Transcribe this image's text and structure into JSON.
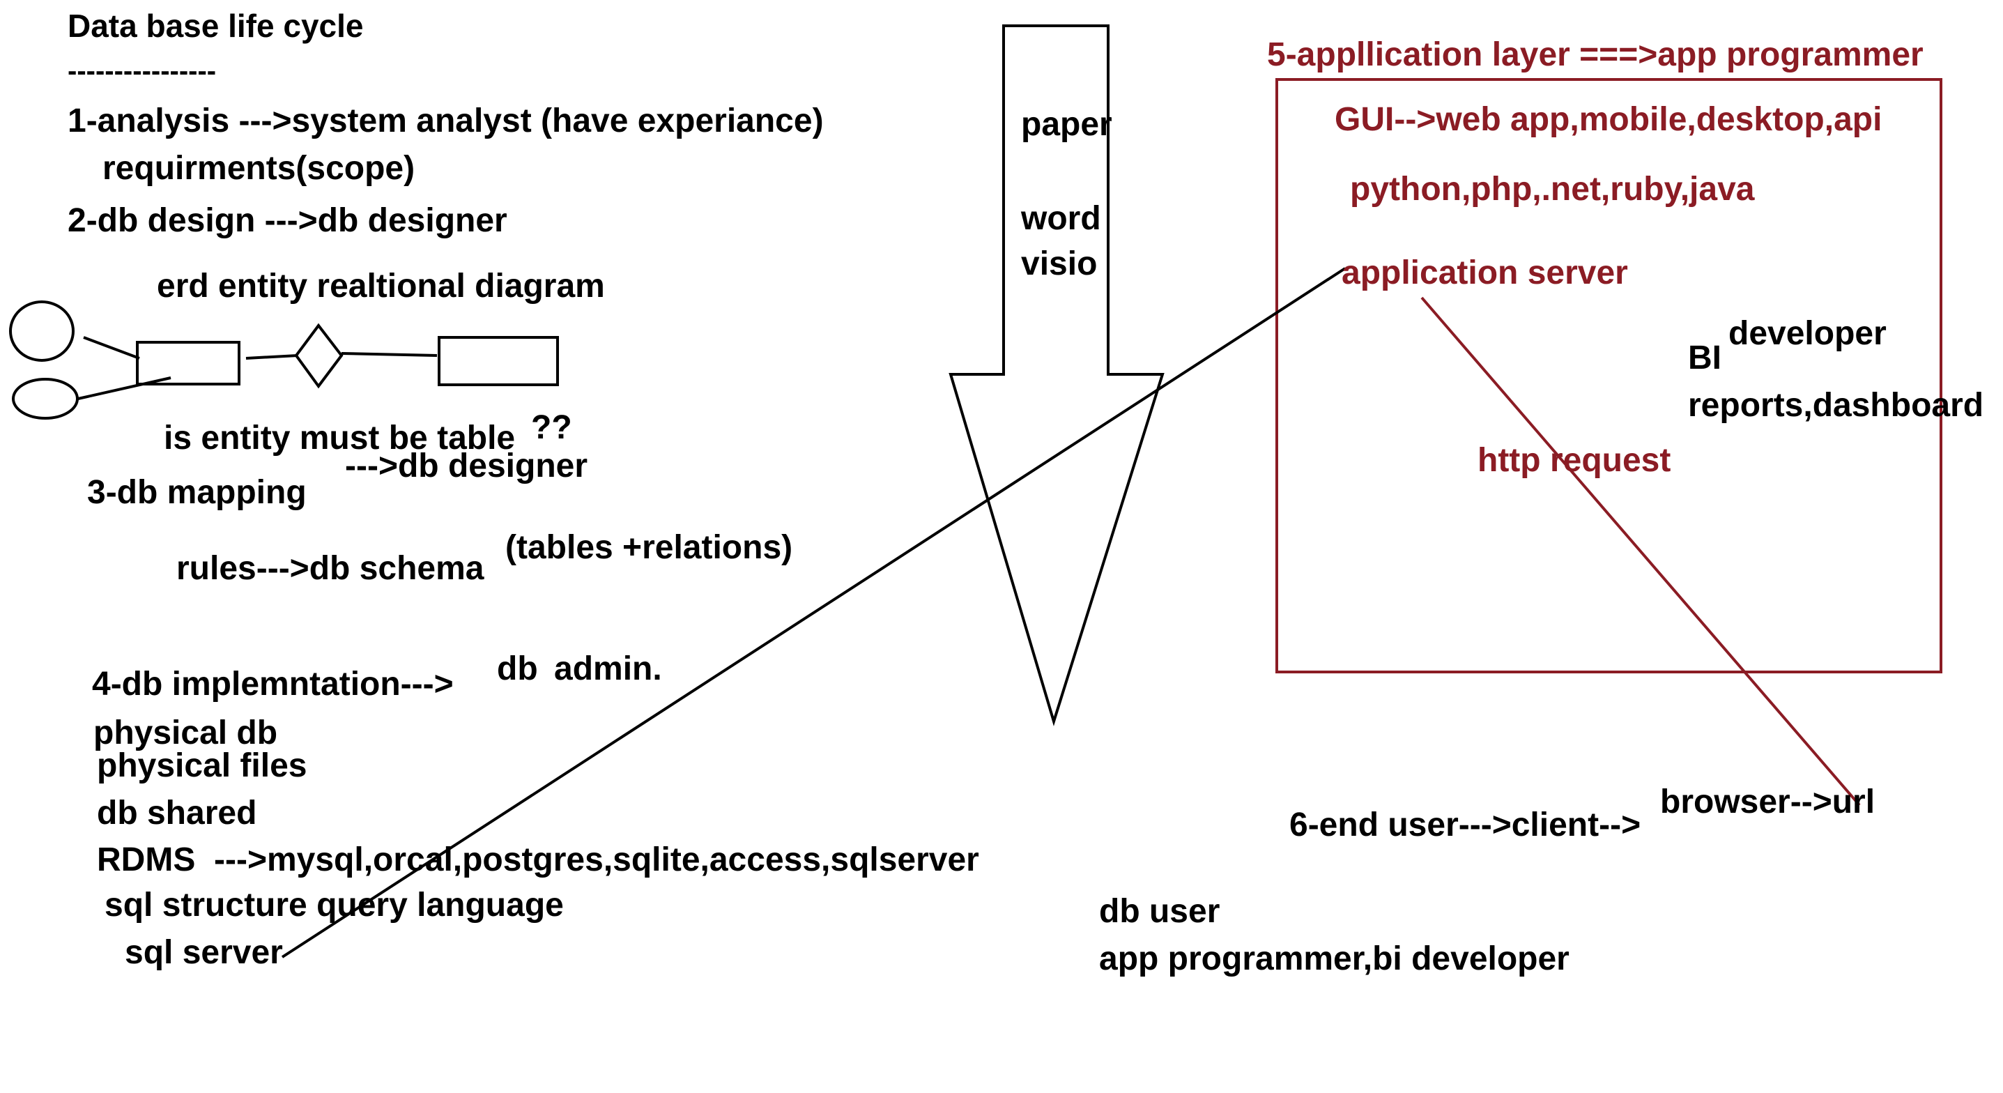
{
  "colors": {
    "text": "#000000",
    "accent": "#8b1c24",
    "background": "#ffffff"
  },
  "left": {
    "title": "Data base life cycle",
    "rule": "----------------",
    "step1": "1-analysis --->system analyst (have experiance)",
    "step1_sub": "requirments(scope)",
    "step2": "2-db design --->db designer",
    "erd_label": "erd entity realtional diagram",
    "entity_question": "is entity must be table",
    "question_marks": "??",
    "step3_role": "--->db designer",
    "step3": "3-db mapping",
    "schema_extra": "(tables +relations)",
    "rules": "rules--->db schema",
    "step4": "4-db implemntation--->",
    "step4_role_a": "db",
    "step4_role_b": "admin.",
    "physical_db": "physical db",
    "physical_files": "physical files",
    "db_shared": "db shared",
    "rdms": "RDMS  --->mysql,orcal,postgres,sqlite,access,sqlserver",
    "sql_def": "sql structure query language",
    "sql_server": "sql server"
  },
  "arrow": {
    "item1": "paper",
    "item2": "word",
    "item3": "visio"
  },
  "app_layer": {
    "heading": "5-appllication layer ===>app programmer",
    "gui": "GUI-->web app,mobile,desktop,api",
    "languages": "python,php,.net,ruby,java",
    "server": "application server",
    "http": "http request"
  },
  "bi": {
    "label": "BI",
    "developer": "developer",
    "reports": "reports,dashboard"
  },
  "end_user": {
    "step6": "6-end user--->client-->",
    "browser": "browser-->url"
  },
  "db_user": {
    "label": "db user",
    "roles": "app programmer,bi developer"
  }
}
